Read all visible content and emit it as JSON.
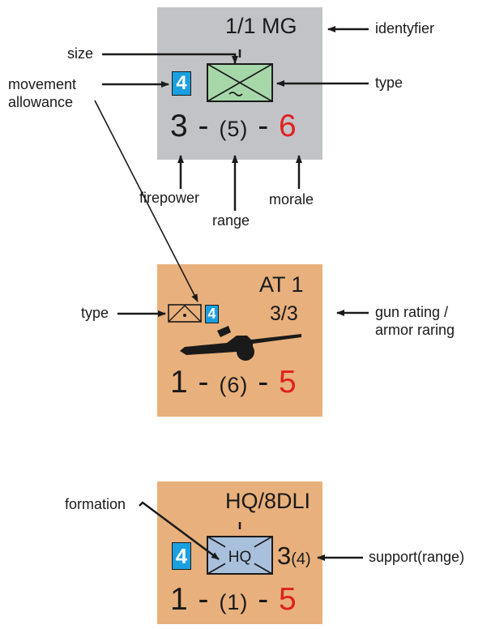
{
  "counter1": {
    "identifier": "1/1 MG",
    "movement": "4",
    "firepower": "3",
    "range": "(5)",
    "morale": "6"
  },
  "counter2": {
    "identifier": "AT 1",
    "gun_armor": "3/3",
    "movement": "4",
    "firepower": "1",
    "range": "(6)",
    "morale": "5"
  },
  "counter3": {
    "identifier": "HQ/8DLI",
    "symbol_text": "HQ",
    "support": "3",
    "support_range": "(4)",
    "movement": "4",
    "firepower": "1",
    "range": "(1)",
    "morale": "5"
  },
  "labels": {
    "identifier": "identyfier",
    "size": "size",
    "movement_line1": "movement",
    "movement_line2": "allowance",
    "type1": "type",
    "firepower": "firepower",
    "range": "range",
    "morale": "morale",
    "type2": "type",
    "gun_line1": "gun rating /",
    "gun_line2": "armor raring",
    "formation": "formation",
    "support": "support(range)"
  },
  "colors": {
    "counter_grey": "#c2c3c7",
    "counter_orange": "#e8b07c",
    "movement_box": "#1aa0e0",
    "morale_red": "#e02020",
    "mg_symbol": "#a6d7a9",
    "hq_symbol": "#a9c0dd"
  }
}
